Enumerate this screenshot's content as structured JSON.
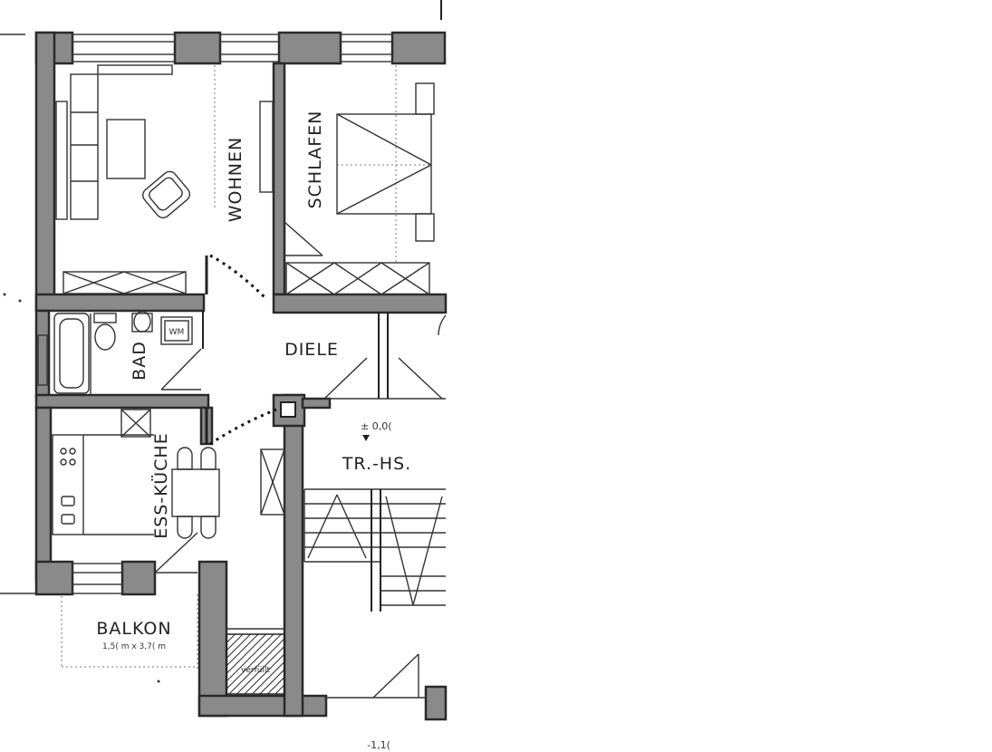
{
  "rooms": {
    "wohnen": "WOHNEN",
    "schlafen": "SCHLAFEN",
    "diele": "DIELE",
    "bad": "BAD",
    "ess_kueche": "ESS-KÜCHE",
    "treppenhaus": "TR.-HS.",
    "balkon": "BALKON"
  },
  "annotations": {
    "wm": "WM",
    "balkon_size": "1,5( m x 3,7( m",
    "level_stair": "± 0,0(",
    "level_bottom": "-1,1(",
    "verfuellt": "verfüllt"
  }
}
